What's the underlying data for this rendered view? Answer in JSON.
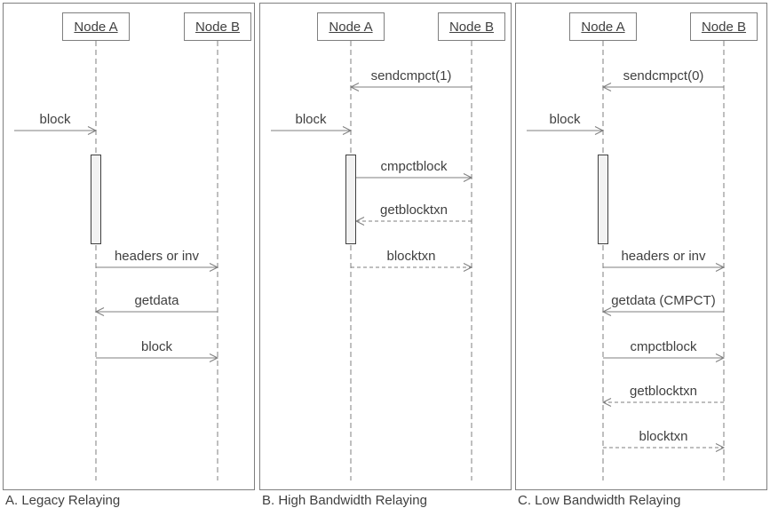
{
  "panels": [
    {
      "caption": "A. Legacy Relaying",
      "actor_a": "Node A",
      "actor_b": "Node B",
      "incoming_label": "block",
      "messages": [
        {
          "label": "headers or inv",
          "from": "a",
          "to": "b",
          "line": "solid",
          "row": 5
        },
        {
          "label": "getdata",
          "from": "b",
          "to": "a",
          "line": "solid",
          "row": 6
        },
        {
          "label": "block",
          "from": "a",
          "to": "b",
          "line": "solid",
          "row": 7
        }
      ]
    },
    {
      "caption": "B. High Bandwidth Relaying",
      "actor_a": "Node A",
      "actor_b": "Node B",
      "incoming_label": "block",
      "messages": [
        {
          "label": "sendcmpct(1)",
          "from": "b",
          "to": "a",
          "line": "solid",
          "row": 1
        },
        {
          "label": "cmpctblock",
          "from": "a",
          "to": "b",
          "line": "solid",
          "row": 3,
          "attach": "bar"
        },
        {
          "label": "getblocktxn",
          "from": "b",
          "to": "a",
          "line": "dashed",
          "row": 4,
          "attach": "bar"
        },
        {
          "label": "blocktxn",
          "from": "a",
          "to": "b",
          "line": "dashed",
          "row": 5
        }
      ]
    },
    {
      "caption": "C. Low Bandwidth Relaying",
      "actor_a": "Node A",
      "actor_b": "Node B",
      "incoming_label": "block",
      "messages": [
        {
          "label": "sendcmpct(0)",
          "from": "b",
          "to": "a",
          "line": "solid",
          "row": 1
        },
        {
          "label": "headers or inv",
          "from": "a",
          "to": "b",
          "line": "solid",
          "row": 5
        },
        {
          "label": "getdata (CMPCT)",
          "from": "b",
          "to": "a",
          "line": "solid",
          "row": 6
        },
        {
          "label": "cmpctblock",
          "from": "a",
          "to": "b",
          "line": "solid",
          "row": 7
        },
        {
          "label": "getblocktxn",
          "from": "b",
          "to": "a",
          "line": "dashed",
          "row": 8
        },
        {
          "label": "blocktxn",
          "from": "a",
          "to": "b",
          "line": "dashed",
          "row": 9
        }
      ]
    }
  ],
  "colors": {
    "background": "#ffffff",
    "line": "#7f7f7f",
    "text": "#404040",
    "activation_fill": "#f2f2f2",
    "activation_border": "#404040"
  }
}
